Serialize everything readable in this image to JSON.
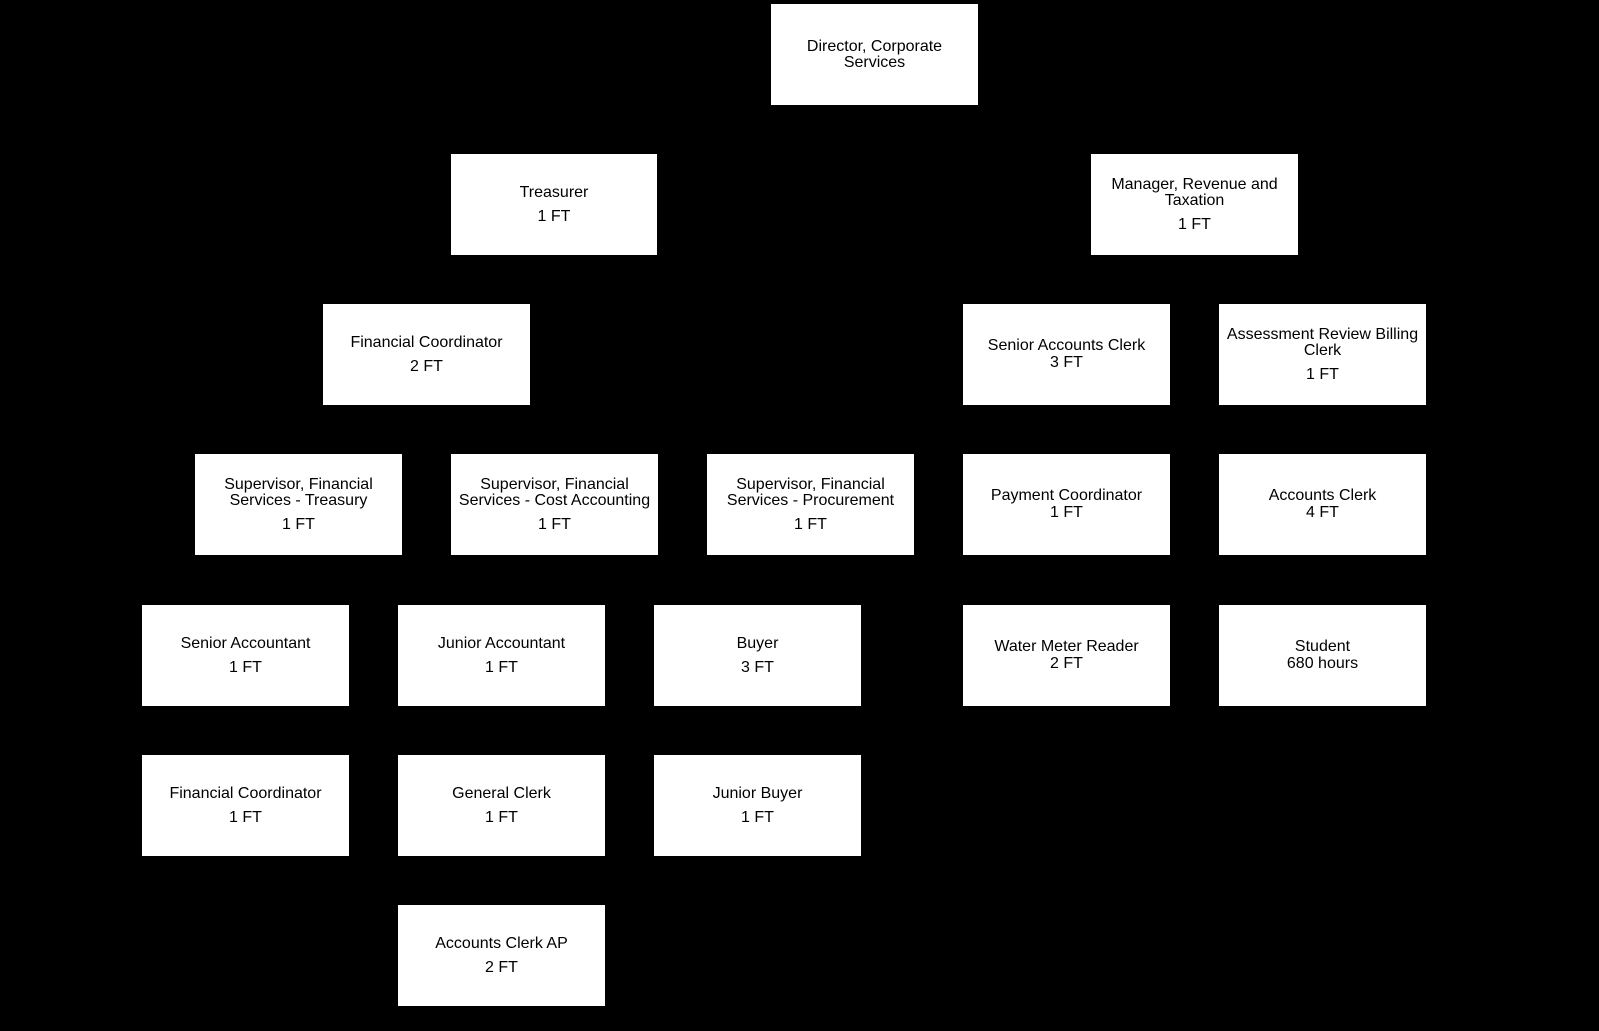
{
  "colors": {
    "background": "#000000",
    "box_fill": "#ffffff",
    "text": "#000000"
  },
  "nodes": {
    "director": {
      "title": "Director, Corporate Services",
      "count": ""
    },
    "treasurer": {
      "title": "Treasurer",
      "count": "1 FT"
    },
    "manager_revenue": {
      "title": "Manager, Revenue and Taxation",
      "count": "1 FT"
    },
    "financial_coordinator_2": {
      "title": "Financial Coordinator",
      "count": "2 FT"
    },
    "senior_accounts_clerk": {
      "title": "Senior Accounts Clerk",
      "count": "3 FT"
    },
    "assessment_review_billing_clerk": {
      "title": "Assessment Review Billing Clerk",
      "count": "1 FT"
    },
    "supervisor_treasury": {
      "title": "Supervisor, Financial Services - Treasury",
      "count": "1 FT"
    },
    "supervisor_cost_accounting": {
      "title": "Supervisor, Financial Services - Cost Accounting",
      "count": "1 FT"
    },
    "supervisor_procurement": {
      "title": "Supervisor, Financial Services - Procurement",
      "count": "1 FT"
    },
    "payment_coordinator": {
      "title": "Payment Coordinator",
      "count": "1 FT"
    },
    "accounts_clerk": {
      "title": "Accounts Clerk",
      "count": "4 FT"
    },
    "senior_accountant": {
      "title": "Senior Accountant",
      "count": "1 FT"
    },
    "junior_accountant": {
      "title": "Junior Accountant",
      "count": "1 FT"
    },
    "buyer": {
      "title": "Buyer",
      "count": "3 FT"
    },
    "water_meter_reader": {
      "title": "Water Meter Reader",
      "count": "2 FT"
    },
    "student": {
      "title": "Student",
      "count": "680 hours"
    },
    "financial_coordinator_1": {
      "title": "Financial Coordinator",
      "count": "1 FT"
    },
    "general_clerk": {
      "title": "General Clerk",
      "count": "1 FT"
    },
    "junior_buyer": {
      "title": "Junior Buyer",
      "count": "1 FT"
    },
    "accounts_clerk_ap": {
      "title": "Accounts Clerk AP",
      "count": "2 FT"
    }
  }
}
